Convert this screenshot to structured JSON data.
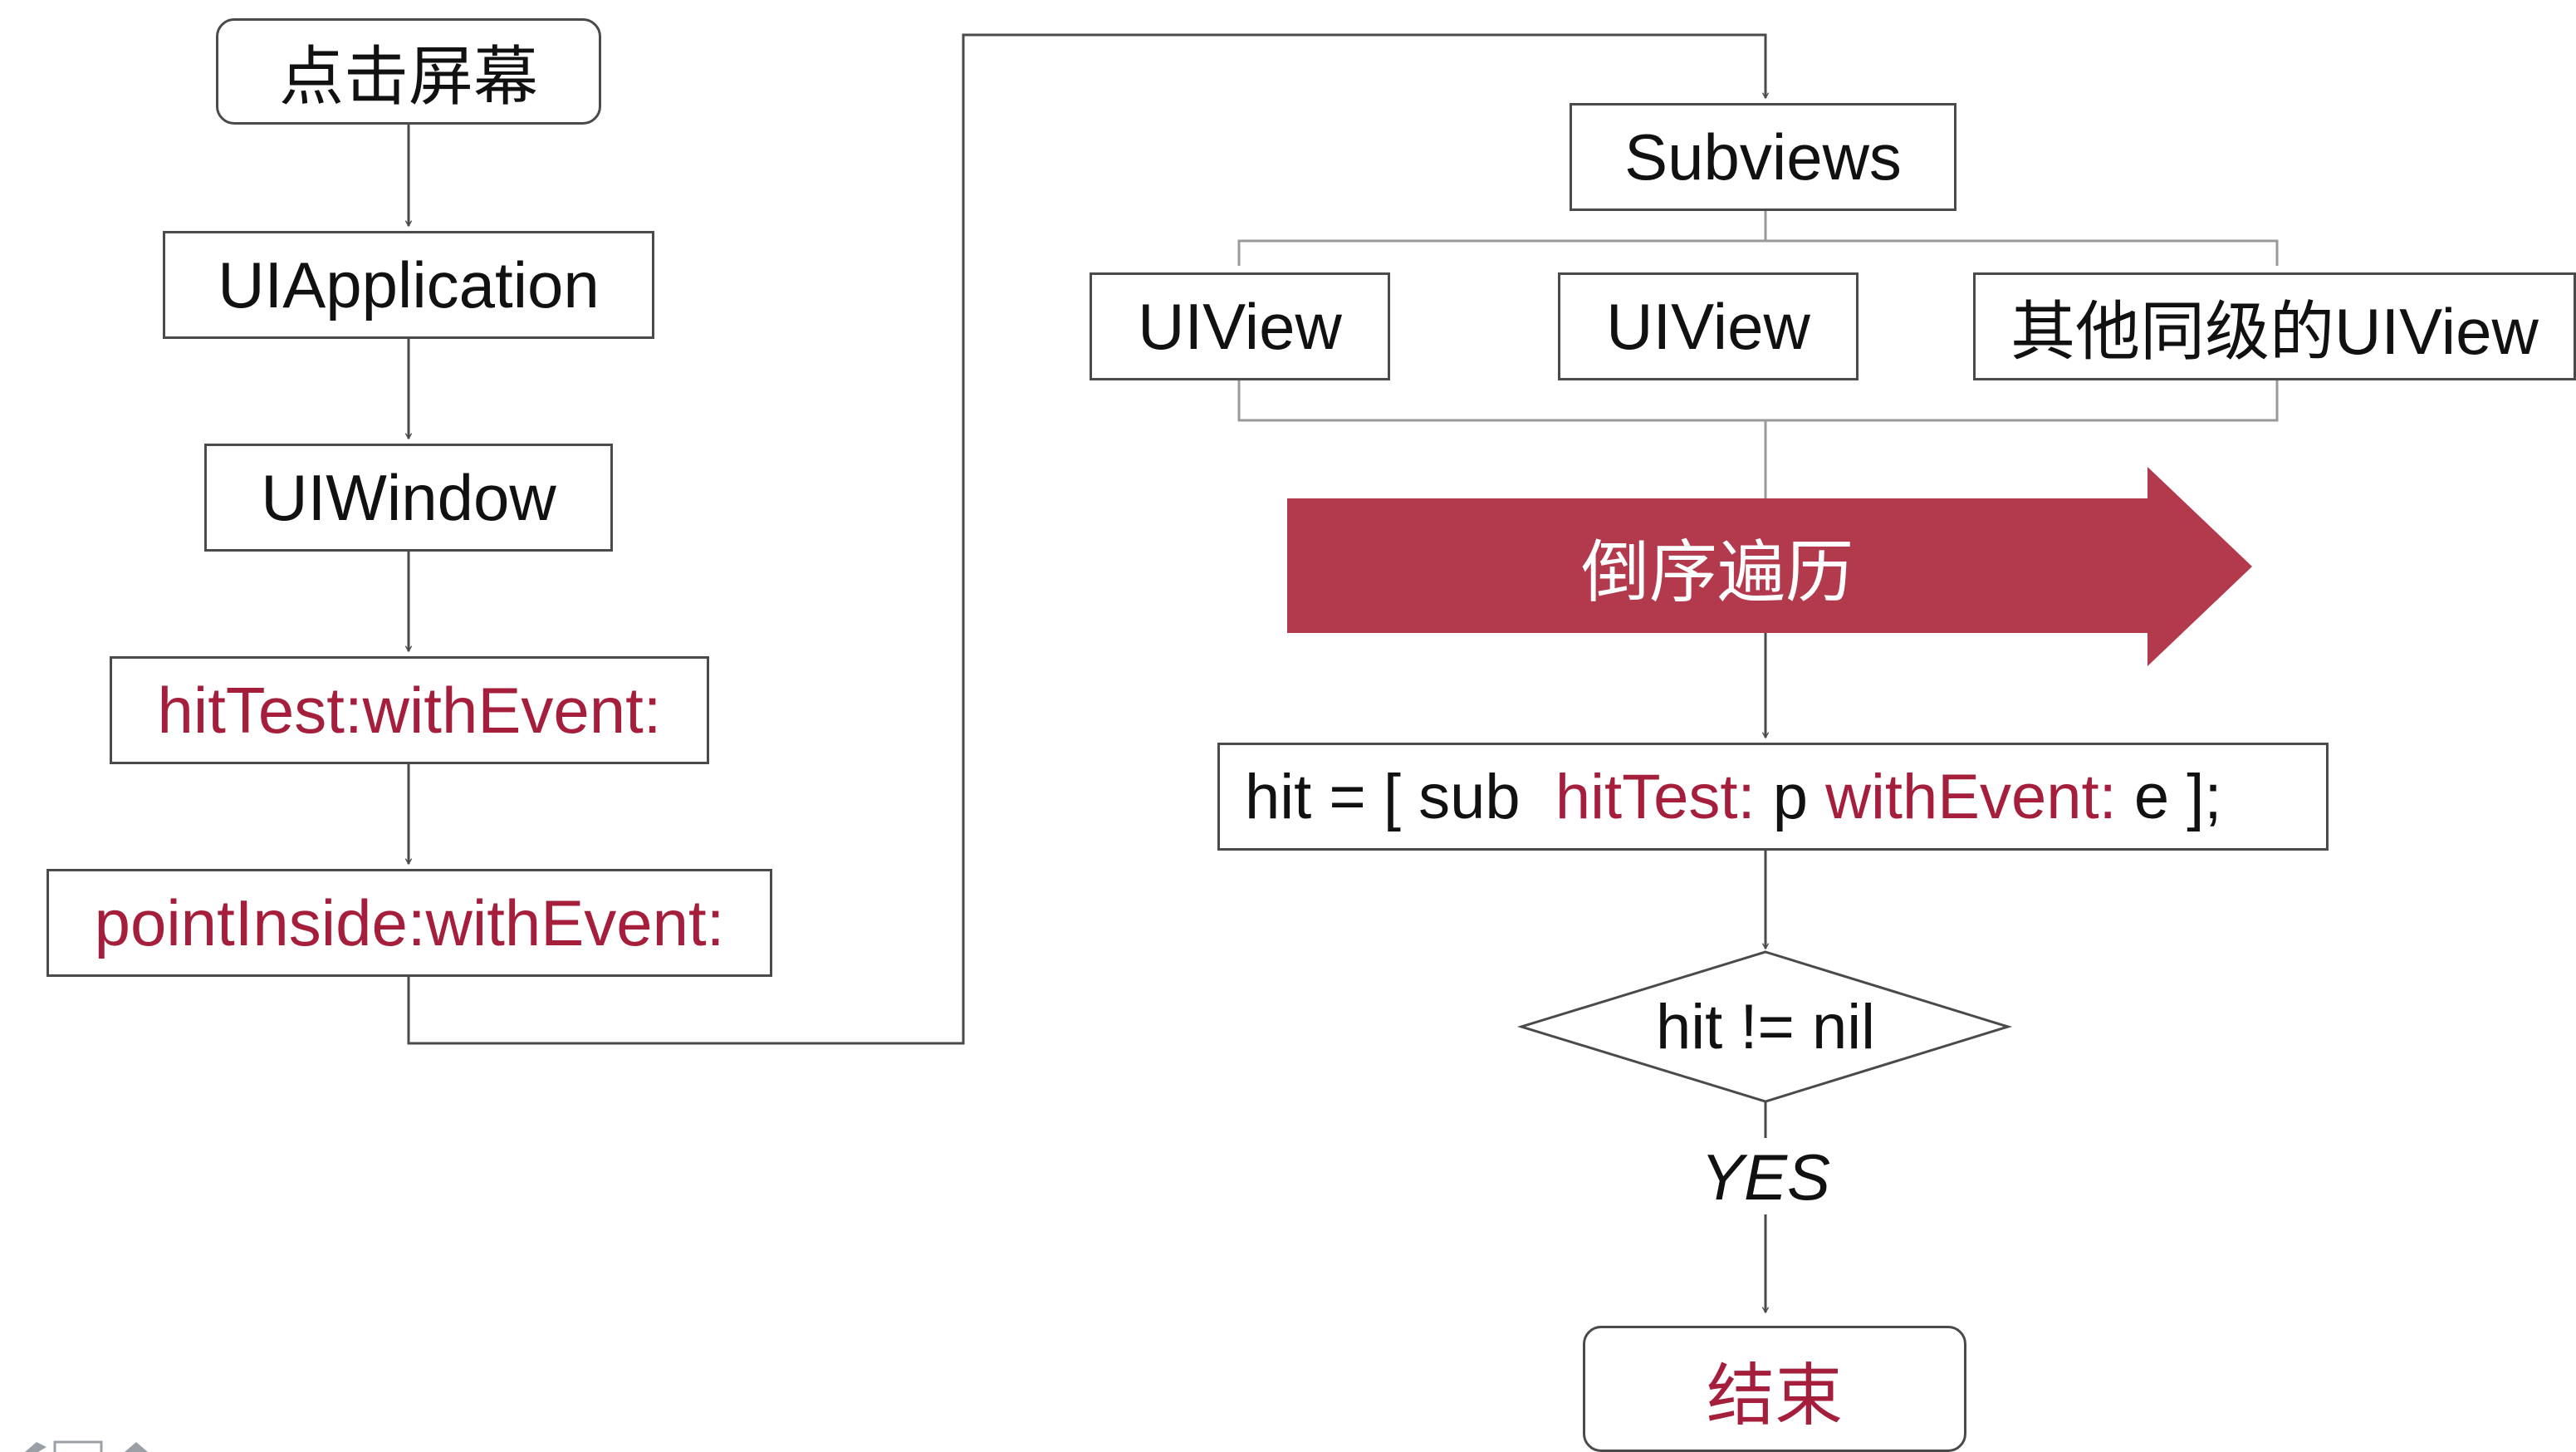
{
  "flow_left": {
    "start": "点击屏幕",
    "application": "UIApplication",
    "window": "UIWindow",
    "hit_test": "hitTest:withEvent:",
    "point_inside": "pointInside:withEvent:"
  },
  "flow_right": {
    "subviews": "Subviews",
    "uiview_1": "UIView",
    "uiview_2": "UIView",
    "uiview_siblings": "其他同级的UIView",
    "reverse_traversal": "倒序遍历",
    "hit_statement": {
      "prefix": "hit = [ sub  ",
      "method_1": "hitTest:",
      "arg_1": " p ",
      "method_2": "withEvent:",
      "suffix": " e ];"
    },
    "decision": "hit != nil",
    "yes_label": "YES",
    "end": "结束"
  },
  "colors": {
    "keyword_red": "#a51f3d",
    "arrow_fill": "#b23a4c",
    "line": "#4a4a4a"
  }
}
